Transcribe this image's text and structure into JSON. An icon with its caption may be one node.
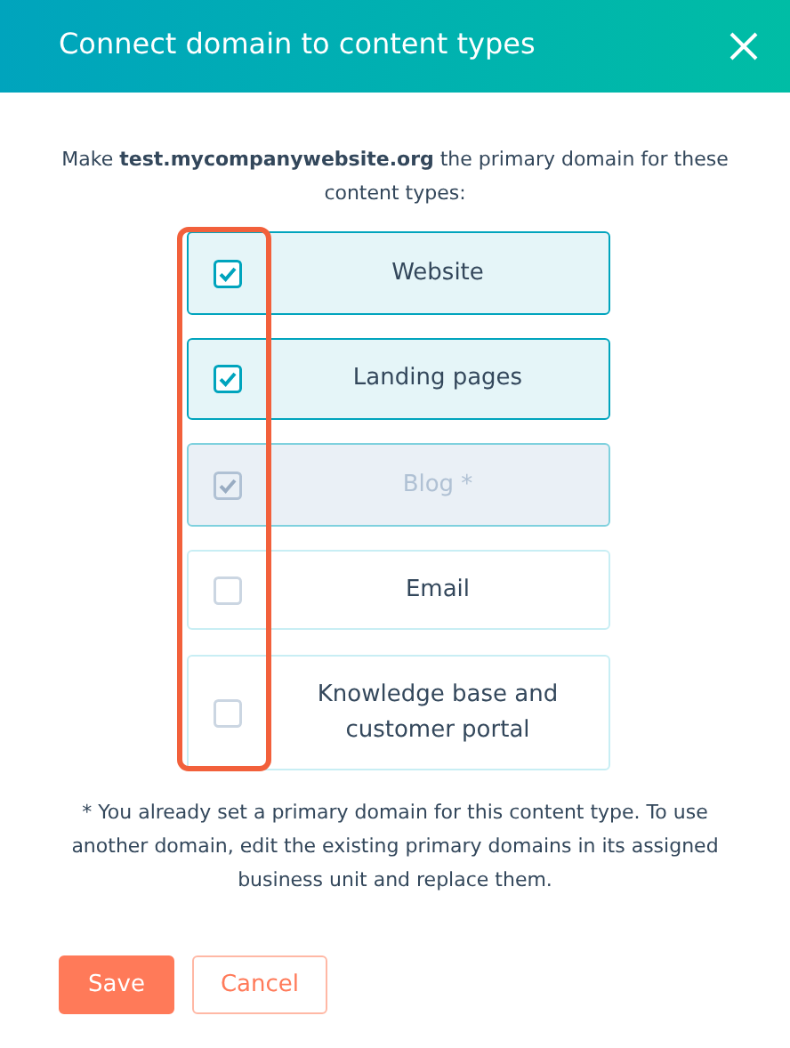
{
  "diagram": {
    "title": "Connect domain to content types",
    "nodes": [
      {
        "text": [
          "Website"
        ]
      },
      {
        "text": [
          "Landing pages"
        ]
      },
      {
        "text": [
          "Blog *"
        ]
      },
      {
        "text": [
          "Email"
        ]
      },
      {
        "text": [
          "Knowledge base and customer portal"
        ]
      }
    ],
    "labels": [
      "Make **test.mycompanywebsite.org** the primary domain for these content types:",
      "* You already set a primary domain for this content type. To use another domain, edit the existing primary domains in its assigned business unit and replace them.",
      "Save",
      "Cancel"
    ]
  }
}
